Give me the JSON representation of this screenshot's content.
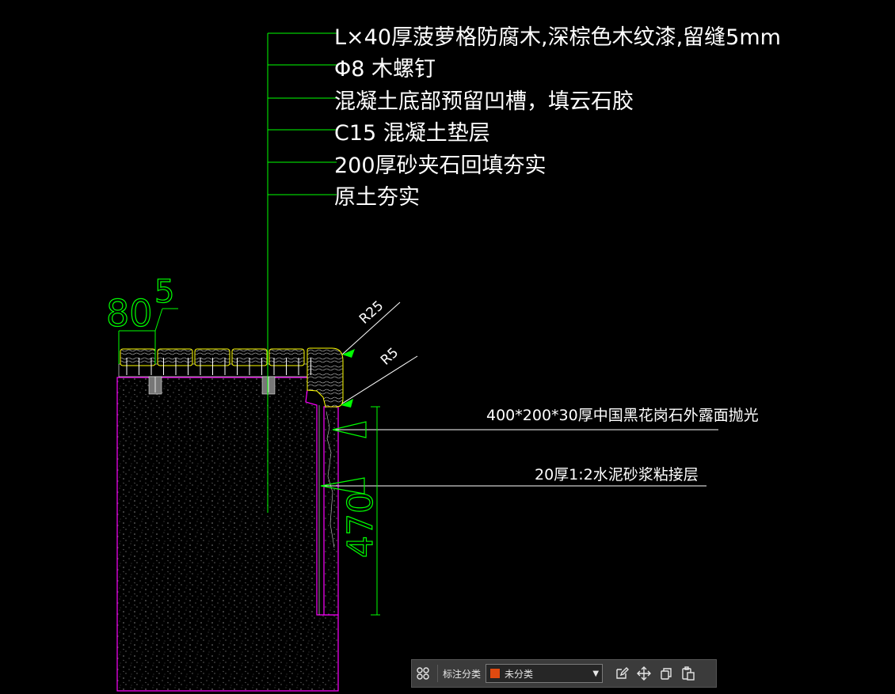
{
  "drawing": {
    "callouts": [
      "L×40厚菠萝格防腐木,深棕色木纹漆,留缝5mm",
      "Φ8 木螺钉",
      "混凝土底部预留凹槽，填云石胶",
      "C15 混凝土垫层",
      "200厚砂夹石回填夯实",
      "原土夯实"
    ],
    "dim_80": "80",
    "dim_5": "5",
    "radius_r25": "R25",
    "radius_r5": "R5",
    "granite_note": "400*200*30厚中国黑花岗石外露面抛光",
    "mortar_note": "20厚1:2水泥砂浆粘接层",
    "dim_470": "470",
    "colors": {
      "leader": "#00ff00",
      "concrete_outline": "#ff00ff",
      "wood": "#ffff00",
      "text": "#ffffff"
    }
  },
  "toolbar": {
    "group_icon": "grid-icon",
    "category_label": "标注分类",
    "category_value": "未分类",
    "category_color": "#e04a10",
    "icons": [
      "edit-icon",
      "move-icon",
      "copy-icon",
      "paste-icon"
    ]
  }
}
